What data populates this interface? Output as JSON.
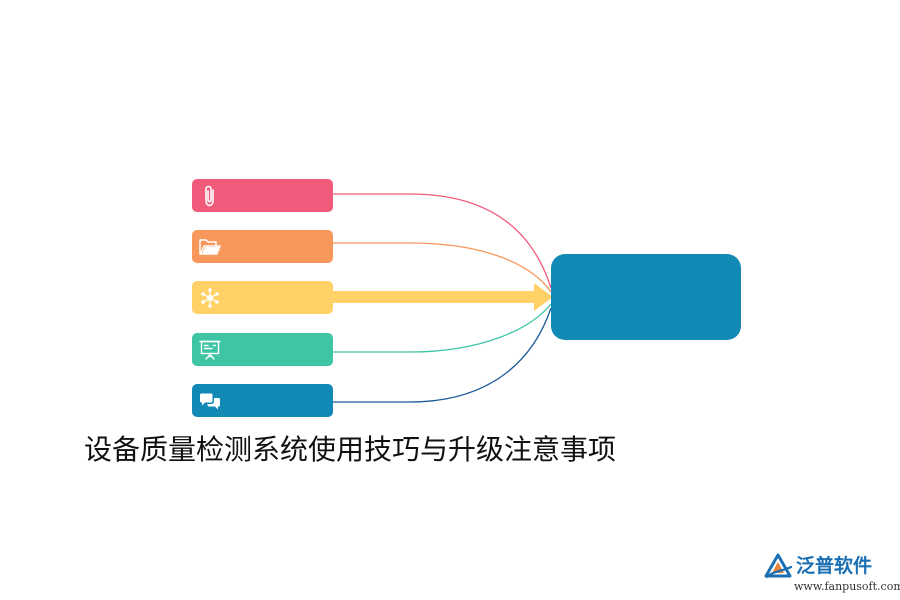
{
  "diagram": {
    "items": [
      {
        "color": "#f15a7b",
        "icon": "paperclip-icon"
      },
      {
        "color": "#f7975b",
        "icon": "folder-icon"
      },
      {
        "color": "#ffd166",
        "icon": "network-icon"
      },
      {
        "color": "#3fc5a5",
        "icon": "presentation-icon"
      },
      {
        "color": "#138ab5",
        "icon": "chat-icon"
      }
    ],
    "hub": {
      "color": "#138ab5"
    },
    "arrow_color": "#ffd166"
  },
  "title": "设备质量检测系统使用技巧与升级注意事项",
  "logo": {
    "name": "泛普软件",
    "url": "www.fanpusoft.com",
    "color": "#1b6fb3"
  }
}
